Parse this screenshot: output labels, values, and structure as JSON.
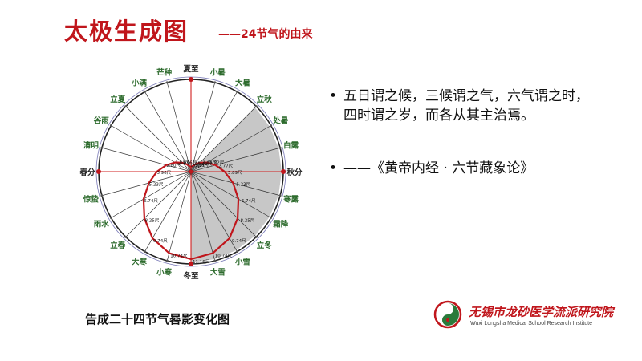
{
  "header": {
    "title": "太极生成图",
    "subtitle": "——24节气的由来"
  },
  "diagram": {
    "caption": "告成二十四节气晷影变化图",
    "solar_terms": [
      "夏至",
      "小暑",
      "大暑",
      "立秋",
      "处暑",
      "白露",
      "秋分",
      "寒露",
      "霜降",
      "立冬",
      "小雪",
      "大雪",
      "冬至",
      "小寒",
      "大寒",
      "立春",
      "雨水",
      "惊蛰",
      "春分",
      "清明",
      "谷雨",
      "立夏",
      "小满",
      "芒种"
    ],
    "shadow_labels": [
      "0尺",
      "0.13尺",
      "0.49尺",
      "1.06尺",
      "1.82尺",
      "2.77尺",
      "3.89尺",
      "5.23尺",
      "6.74尺",
      "8.25尺",
      "9.74尺",
      "10.74尺",
      "11.16尺",
      "10.74尺",
      "9.74尺",
      "8.25尺",
      "6.74尺",
      "5.23尺",
      "3.96尺",
      "2.80尺",
      "1.84尺",
      "1.06尺",
      "0.49尺",
      "0.12尺"
    ],
    "highlight_color": "#c0161c",
    "fill_color": "#c7c7c7"
  },
  "quotes": [
    {
      "bullet": "•",
      "text": "五日谓之候，三候谓之气，六气谓之时，四时谓之岁，而各从其主治焉。"
    },
    {
      "bullet": "•",
      "text": "——《黄帝内经 · 六节藏象论》"
    }
  ],
  "logo": {
    "name_cn": "无锡市龙砂医学流派研究院",
    "name_en": "Wuxi Longsha Medical School Research Institute"
  }
}
